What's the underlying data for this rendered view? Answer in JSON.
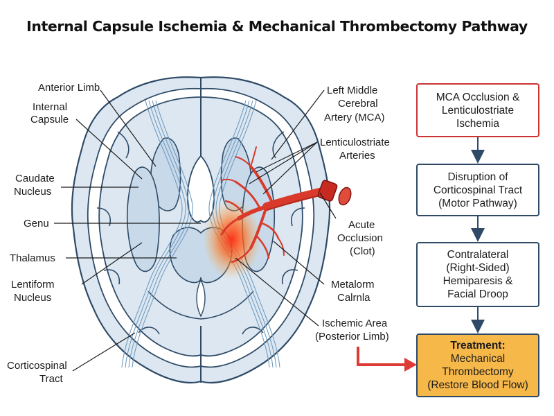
{
  "title": "Internal Capsule Ischemia & Mechanical Thrombectomy Pathway",
  "labels": {
    "anterior_limb": "Anterior Limb",
    "internal_capsule_1": "Internal",
    "internal_capsule_2": "Capsule",
    "caudate_1": "Caudate",
    "caudate_2": "Nucleus",
    "genu": "Genu",
    "thalamus": "Thalamus",
    "lentiform_1": "Lentiform",
    "lentiform_2": "Nucleus",
    "corticospinal_1": "Corticospinal",
    "corticospinal_2": "Tract",
    "mca_1": "Left Middle",
    "mca_2": "Cerebral",
    "mca_3": "Artery (MCA)",
    "lenticulo_1": "Lenticulostriate",
    "lenticulo_2": "Arteries",
    "occlusion_1": "Acute",
    "occlusion_2": "Occlusion",
    "occlusion_3": "(Clot)",
    "metalorm_1": "Metalorm",
    "metalorm_2": "Calrnla",
    "ischemic_1": "Ischemic Area",
    "ischemic_2": "(Posterior Limb)"
  },
  "flow": {
    "step1": "MCA Occlusion &\nLenticulostriate\nIschemia",
    "step2": "Disruption of\nCorticospinal Tract\n(Motor Pathway)",
    "step3": "Contralateral\n(Right-Sided)\nHemiparesis &\nFacial Droop",
    "treatment_heading": "Treatment:",
    "treatment_body": "Mechanical\nThrombectomy\n(Restore Blood Flow)"
  },
  "colors": {
    "brain_fill": "#dce7f1",
    "brain_outline": "#2e4a66",
    "artery": "#d93a2b",
    "ischemia": "#ff8a1a",
    "treatment_fill": "#f7b84a",
    "alert_border": "#cc3333",
    "arrow": "#2e4a66",
    "treatment_arrow": "#dd3b35"
  }
}
